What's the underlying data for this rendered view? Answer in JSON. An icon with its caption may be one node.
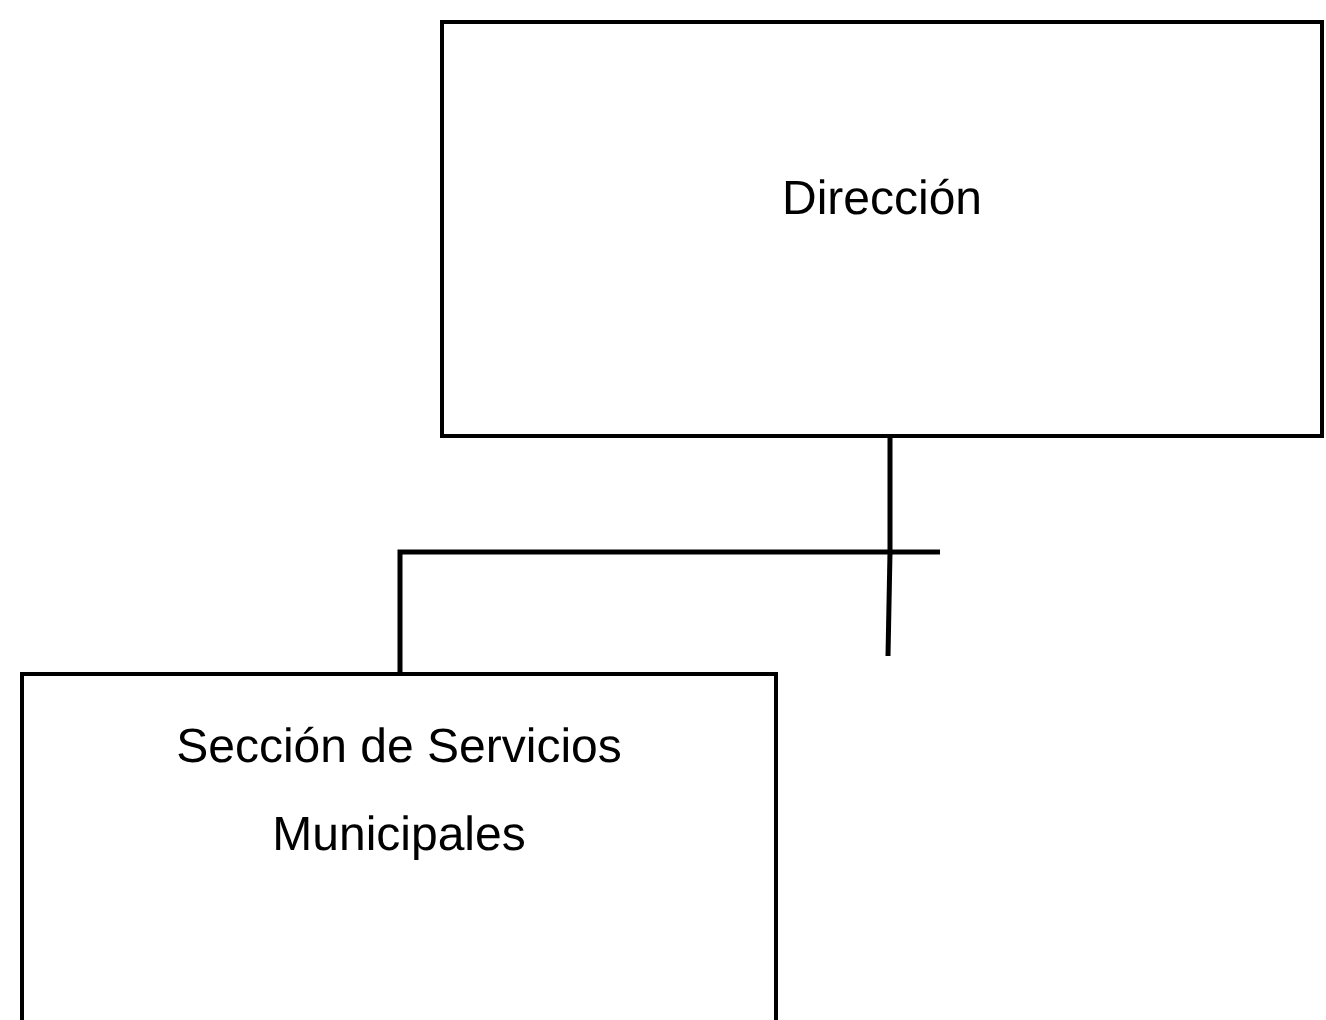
{
  "diagram": {
    "nodes": [
      {
        "text": [
          "Dirección"
        ]
      },
      {
        "text": [
          "Sección de Servicios Municipales"
        ]
      }
    ],
    "edges": [
      {
        "from": 0,
        "to": 1,
        "arrow": "none"
      }
    ]
  }
}
